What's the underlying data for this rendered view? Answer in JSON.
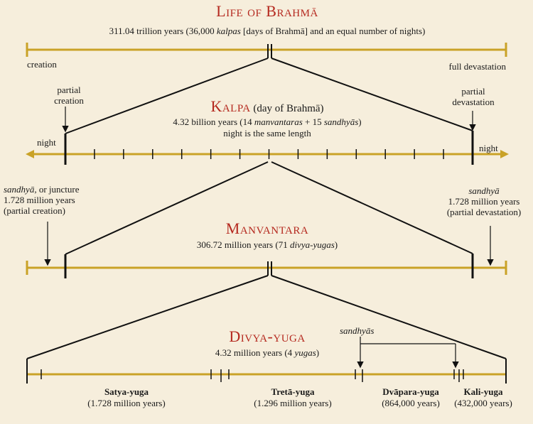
{
  "colors": {
    "background": "#f6eedc",
    "timeline": "#c9a227",
    "title_red": "#b5291f",
    "line": "#111111"
  },
  "life_of_brahma": {
    "title": "Life of Brahmā",
    "subtitle_pre": "311.04 trillion years (36,000 ",
    "subtitle_em1": "kalpas",
    "subtitle_post": " [days of Brahmā] and an equal number of nights)",
    "left_label": "creation",
    "right_label": "full devastation"
  },
  "kalpa": {
    "title": "Kalpa",
    "title_suffix": " (day of Brahmā)",
    "line1_pre": "4.32 billion years (14 ",
    "line1_em1": "manvantaras",
    "line1_mid": " + 15 ",
    "line1_em2": "sandhyās",
    "line1_post": ")",
    "line2": "night is the same length",
    "partial_creation_1": "partial",
    "partial_creation_2": "creation",
    "partial_devastation_1": "partial",
    "partial_devastation_2": "devastation",
    "night_left": "night",
    "night_right": "night"
  },
  "manvantara": {
    "title": "Manvantara",
    "subtitle_pre": "306.72 million years (71 ",
    "subtitle_em": "divya-yugas",
    "subtitle_post": ")",
    "left_note_em": "sandhyā",
    "left_note_1": ", or juncture",
    "left_note_2": "1.728 million years",
    "left_note_3": "(partial creation)",
    "right_note_em": "sandhyā",
    "right_note_2": "1.728 million years",
    "right_note_3": "(partial devastation)"
  },
  "divya_yuga": {
    "title": "Divya-yuga",
    "subtitle": "4.32 million years (4 yugas)",
    "subtitle_pre": "4.32 million years (4 ",
    "subtitle_em": "yugas",
    "subtitle_post": ")",
    "sandhyas_label": "sandhyās",
    "yugas": [
      {
        "name": "Satya-yuga",
        "years": "(1.728 million years)"
      },
      {
        "name": "Tretā-yuga",
        "years": "(1.296 million years)"
      },
      {
        "name": "Dvāpara-yuga",
        "years": "(864,000 years)"
      },
      {
        "name": "Kali-yuga",
        "years": "(432,000 years)"
      }
    ]
  }
}
